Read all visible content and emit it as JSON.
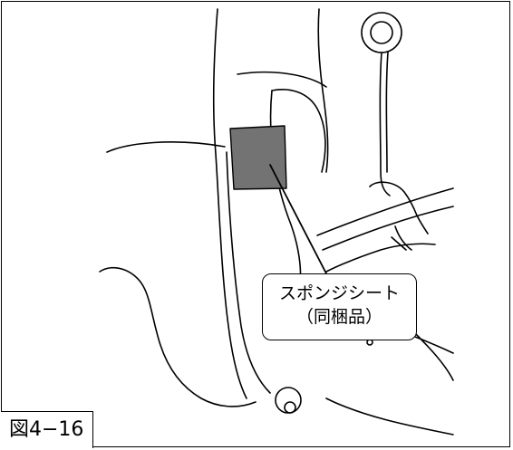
{
  "callout": {
    "line1": "スポンジシート",
    "line2": "（同梱品）"
  },
  "figure_label": "図4−16",
  "colors": {
    "line": "#000000",
    "sponge_sheet_fill": "#737373",
    "background": "#ffffff"
  }
}
